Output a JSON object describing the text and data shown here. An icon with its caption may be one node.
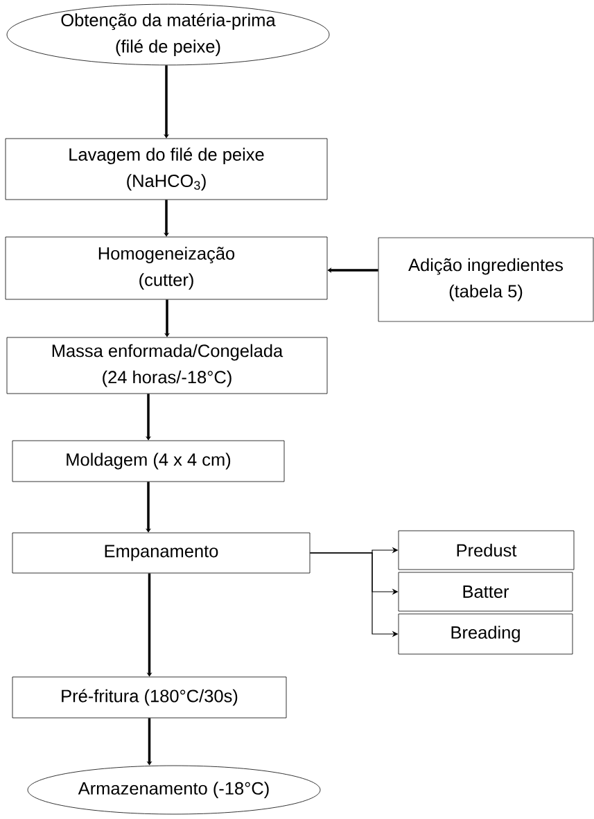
{
  "diagram": {
    "nodes": [
      {
        "text": [
          "Obtenção da matéria-prima",
          "(filé de peixe)"
        ]
      },
      {
        "text": [
          "Lavagem do filé de peixe",
          "(NaHCO$_{3}$)"
        ]
      },
      {
        "text": [
          "Homogeneização",
          "(cutter)"
        ]
      },
      {
        "text": [
          "Adição ingredientes",
          "(tabela 5)"
        ]
      },
      {
        "text": [
          "Massa enformada/Congelada",
          "(24 horas/-18°C)"
        ]
      },
      {
        "text": [
          "Moldagem (4 x 4 cm)"
        ]
      },
      {
        "text": [
          "Empanamento"
        ]
      },
      {
        "text": [
          "Predust"
        ]
      },
      {
        "text": [
          "Batter"
        ]
      },
      {
        "text": [
          "Breading"
        ]
      },
      {
        "text": [
          "Pré-fritura (180°C/30s)"
        ]
      },
      {
        "text": [
          "Armazenamento (-18°C)"
        ]
      }
    ],
    "edges": [
      {
        "from": 0,
        "to": 1,
        "arrow": "to"
      },
      {
        "from": 1,
        "to": 2,
        "arrow": "to"
      },
      {
        "from": 3,
        "to": 2,
        "arrow": "to"
      },
      {
        "from": 2,
        "to": 4,
        "arrow": "to"
      },
      {
        "from": 4,
        "to": 5,
        "arrow": "to"
      },
      {
        "from": 5,
        "to": 6,
        "arrow": "to"
      },
      {
        "from": 6,
        "to": 7,
        "arrow": "to"
      },
      {
        "from": 6,
        "to": 8,
        "arrow": "to"
      },
      {
        "from": 6,
        "to": 9,
        "arrow": "to"
      },
      {
        "from": 6,
        "to": 10,
        "arrow": "to"
      },
      {
        "from": 10,
        "to": 11,
        "arrow": "to"
      }
    ]
  }
}
